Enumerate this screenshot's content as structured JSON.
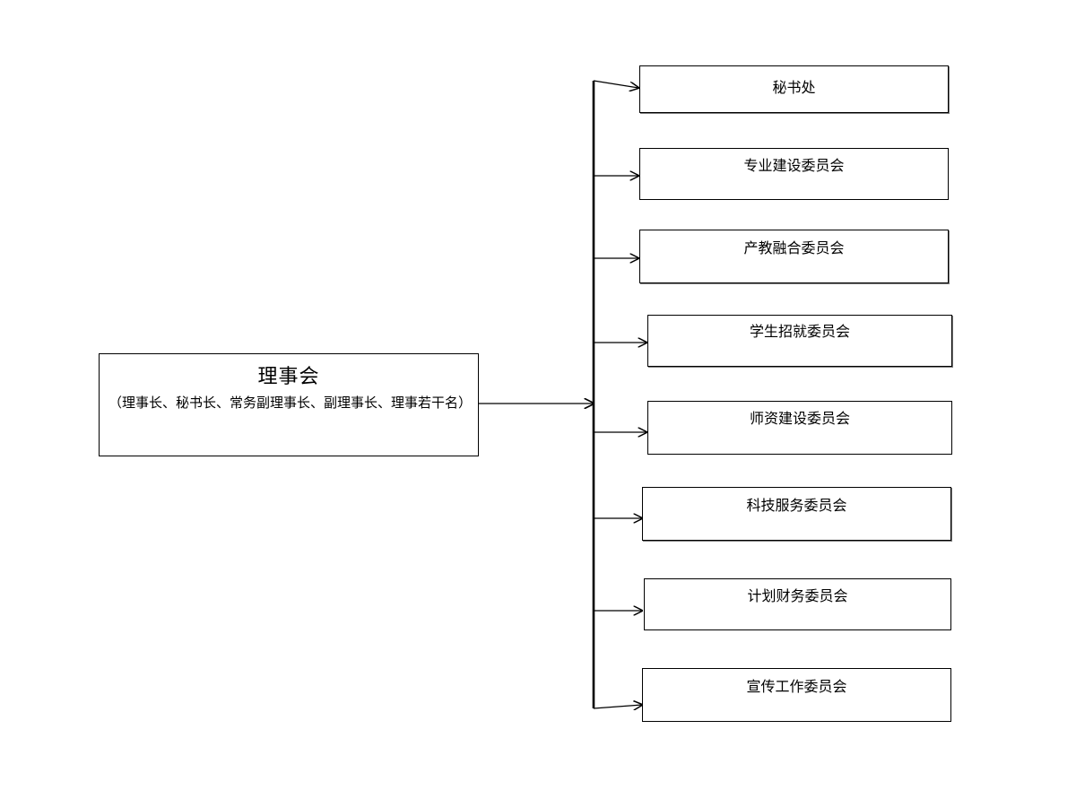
{
  "diagram": {
    "type": "organizational-chart",
    "orientation": "left-to-right",
    "root": {
      "title": "理事会",
      "subtitle": "（理事长、秘书长、常务副理事长、副理事长、理事若干名）"
    },
    "branches": [
      {
        "label": "秘书处"
      },
      {
        "label": "专业建设委员会"
      },
      {
        "label": "产教融合委员会"
      },
      {
        "label": "学生招就委员会"
      },
      {
        "label": "师资建设委员会"
      },
      {
        "label": "科技服务委员会"
      },
      {
        "label": "计划财务委员会"
      },
      {
        "label": "宣传工作委员会"
      }
    ],
    "colors": {
      "background": "#ffffff",
      "box_border": "#000000",
      "box_fill": "#ffffff",
      "connector": "#000000",
      "text": "#000000",
      "shade": "#7a7a7a"
    }
  }
}
